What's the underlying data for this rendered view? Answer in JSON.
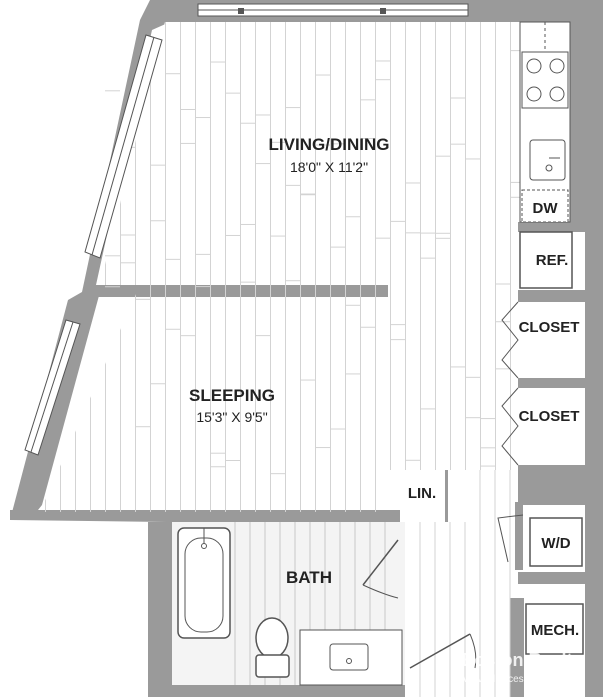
{
  "rooms": {
    "living_dining": {
      "name": "LIVING/DINING",
      "dims": "18'0\" X 11'2\""
    },
    "sleeping": {
      "name": "SLEEPING",
      "dims": "15'3\" X 9'5\""
    },
    "bath": {
      "name": "BATH"
    },
    "lin": {
      "name": "LIN."
    },
    "dw": {
      "name": "DW"
    },
    "ref": {
      "name": "REF."
    },
    "closet_1": {
      "name": "CLOSET"
    },
    "closet_2": {
      "name": "CLOSET"
    },
    "wd": {
      "name": "W/D"
    },
    "mech": {
      "name": "MECH."
    }
  },
  "watermark": {
    "brand": "Boston Realty",
    "url": "www.allaccessboston.com"
  },
  "colors": {
    "wall": "#9a9a9a",
    "floor_line": "#cfcfcf",
    "tile": "#e6e6e6",
    "text": "#222222"
  }
}
